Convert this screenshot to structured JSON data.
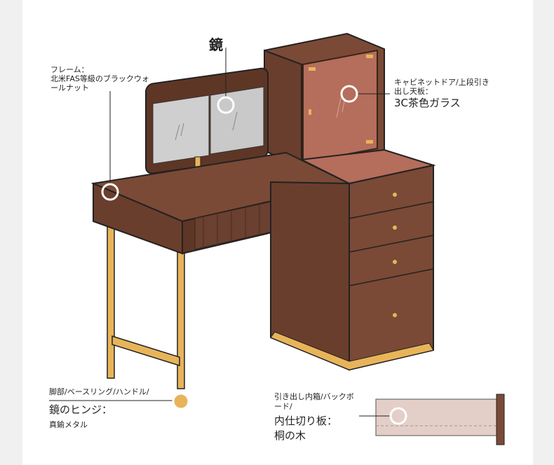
{
  "labels": {
    "mirror": "鏡",
    "frame_line1": "フレーム：",
    "frame_line2": "北米FAS等級のブラックウォ",
    "frame_line3": "ールナット",
    "cabinet_line1": "キャビネットドア/上段引き",
    "cabinet_line2": "出し天板：",
    "cabinet_line3": "3C茶色ガラス",
    "legs_line1": "脚部/ベースリング/ハンドル/",
    "legs_line2": "鏡のヒンジ：",
    "legs_line3": "真鍮メタル",
    "drawer_line1": "引き出し内箱/バックボ",
    "drawer_line2": "ード/",
    "drawer_line3": "内仕切り板：",
    "drawer_line4": "桐の木"
  },
  "colors": {
    "wood": "#7a4a36",
    "wood_dark": "#5e3626",
    "brass": "#e8b45a",
    "glass": "#b56d5c",
    "mirror": "#c9c9c9",
    "paulownia": "#e4cfc8"
  }
}
